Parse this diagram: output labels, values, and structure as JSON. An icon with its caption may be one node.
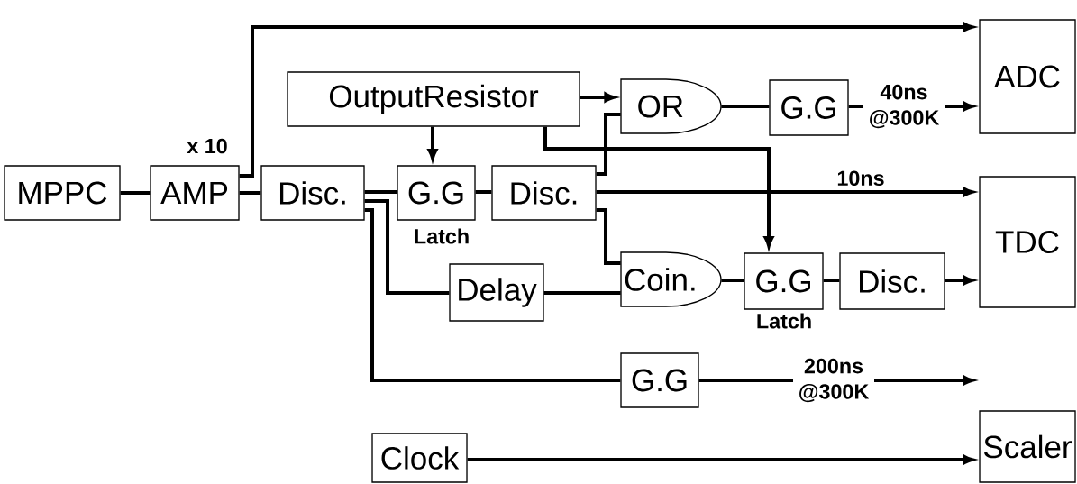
{
  "diagram": {
    "nodes": [
      {
        "text": [
          "MPPC"
        ]
      },
      {
        "text": [
          "AMP"
        ],
        "beside": [
          "x 10"
        ]
      },
      {
        "text": [
          "Disc."
        ]
      },
      {
        "text": [
          "OutputResistor"
        ]
      },
      {
        "text": [
          "G.G"
        ],
        "beside": [
          "Latch"
        ]
      },
      {
        "text": [
          "Disc."
        ]
      },
      {
        "text": [
          "OR"
        ]
      },
      {
        "text": [
          "G.G"
        ]
      },
      {
        "text": [
          "ADC"
        ]
      },
      {
        "text": [
          "TDC"
        ]
      },
      {
        "text": [
          "Delay"
        ]
      },
      {
        "text": [
          "Coin."
        ]
      },
      {
        "text": [
          "G.G"
        ],
        "beside": [
          "Latch"
        ]
      },
      {
        "text": [
          "Disc."
        ]
      },
      {
        "text": [
          "G.G"
        ]
      },
      {
        "text": [
          "Scaler"
        ]
      },
      {
        "text": [
          "Clock"
        ]
      }
    ],
    "edges": [
      {
        "from": 0,
        "to": 1,
        "arrow": "none"
      },
      {
        "from": 1,
        "to": 2,
        "arrow": "none"
      },
      {
        "from": 1,
        "to": 8,
        "arrow": "to"
      },
      {
        "from": 2,
        "to": 4,
        "arrow": "none"
      },
      {
        "from": 3,
        "to": 4,
        "arrow": "to"
      },
      {
        "from": 4,
        "to": 5,
        "arrow": "none"
      },
      {
        "from": 3,
        "to": 6,
        "arrow": "to"
      },
      {
        "from": 5,
        "to": 6,
        "arrow": "none"
      },
      {
        "from": 3,
        "to": 12,
        "arrow": "to"
      },
      {
        "from": 6,
        "to": 7,
        "arrow": "none"
      },
      {
        "from": 7,
        "to": 8,
        "arrow": "to",
        "label": "40ns @300K"
      },
      {
        "from": 5,
        "to": 9,
        "arrow": "to",
        "label": "10ns"
      },
      {
        "from": 5,
        "to": 11,
        "arrow": "none"
      },
      {
        "from": 2,
        "to": 10,
        "arrow": "none"
      },
      {
        "from": 10,
        "to": 11,
        "arrow": "none"
      },
      {
        "from": 11,
        "to": 12,
        "arrow": "none"
      },
      {
        "from": 12,
        "to": 13,
        "arrow": "none"
      },
      {
        "from": 13,
        "to": 9,
        "arrow": "to"
      },
      {
        "from": 2,
        "to": 14,
        "arrow": "none"
      },
      {
        "from": 14,
        "to": 15,
        "arrow": "to",
        "label": "200ns @300K"
      },
      {
        "from": 16,
        "to": 15,
        "arrow": "to"
      }
    ]
  }
}
